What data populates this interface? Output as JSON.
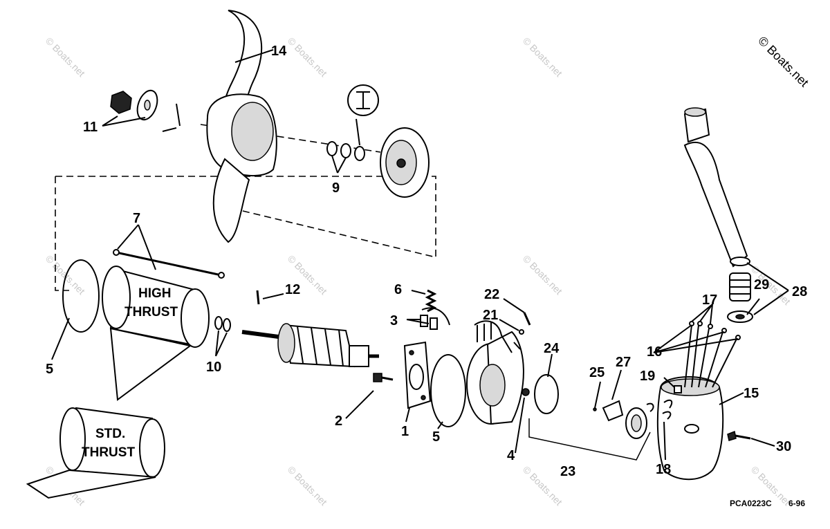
{
  "copyright": "© Boats.net",
  "watermark": "© Boats.net",
  "drawing_code": "PCA0223C",
  "drawing_date": "6-96",
  "housings": {
    "high_line1": "HIGH",
    "high_line2": "THRUST",
    "std_line1": "STD.",
    "std_line2": "THRUST"
  },
  "callouts": {
    "c1": "1",
    "c2": "2",
    "c3": "3",
    "c4": "4",
    "c5a": "5",
    "c5b": "5",
    "c6": "6",
    "c7": "7",
    "c9": "9",
    "c10": "10",
    "c11": "11",
    "c12": "12",
    "c14": "14",
    "c15": "15",
    "c16": "16",
    "c17": "17",
    "c18": "18",
    "c19": "19",
    "c21": "21",
    "c22": "22",
    "c23": "23",
    "c24": "24",
    "c25": "25",
    "c27": "27",
    "c28": "28",
    "c29": "29",
    "c30": "30"
  }
}
